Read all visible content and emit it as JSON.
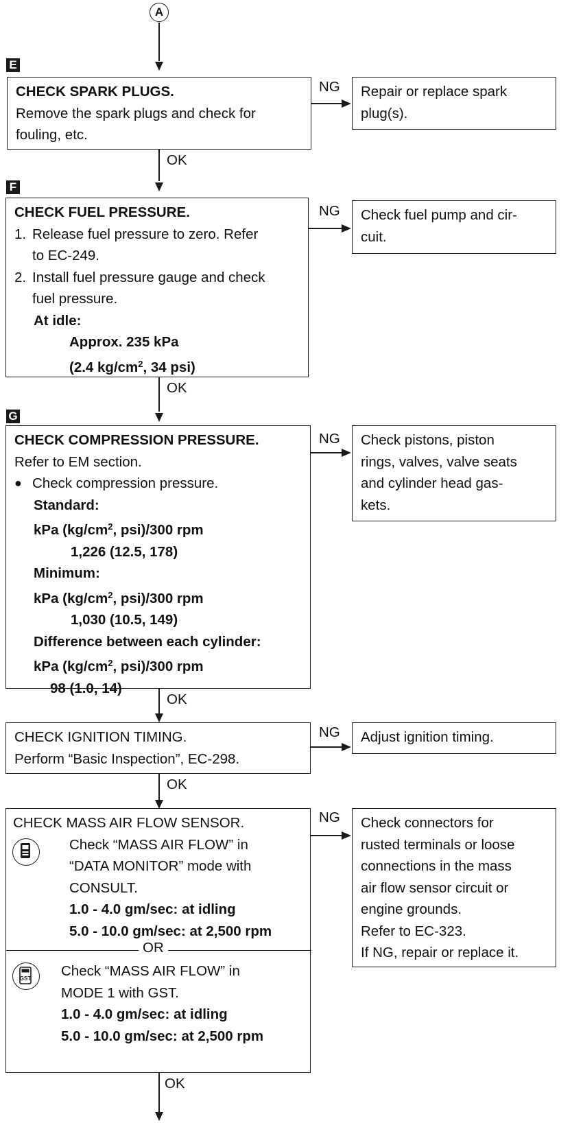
{
  "connector_label": "A",
  "steps": [
    {
      "mark": "E",
      "title": "CHECK SPARK PLUGS.",
      "body": [
        "Remove the spark plugs and check for",
        "fouling, etc."
      ],
      "ng_label": "NG",
      "ng_action": [
        "Repair or replace spark",
        "plug(s)."
      ],
      "ok_label": "OK"
    },
    {
      "mark": "F",
      "title": "CHECK FUEL PRESSURE.",
      "items": [
        {
          "num": "1.",
          "lines": [
            "Release fuel pressure to zero. Refer",
            "to EC-249."
          ]
        },
        {
          "num": "2.",
          "lines": [
            "Install fuel pressure gauge and check",
            "fuel pressure."
          ]
        }
      ],
      "spec_heading": "At idle:",
      "spec_line1": "Approx. 235 kPa",
      "spec_line2_pre": "(2.4 kg/cm",
      "spec_line2_sup": "2",
      "spec_line2_post": ", 34 psi)",
      "ng_label": "NG",
      "ng_action": [
        "Check fuel pump and cir-",
        "cuit."
      ],
      "ok_label": "OK"
    },
    {
      "mark": "G",
      "title": "CHECK COMPRESSION PRESSURE.",
      "intro": "Refer to EM section.",
      "bullet": "Check compression pressure.",
      "standard_label": "Standard:",
      "unit_pre": "kPa (kg/cm",
      "unit_sup": "2",
      "unit_post": ", psi)/300 rpm",
      "standard_value": "1,226 (12.5, 178)",
      "minimum_label": "Minimum:",
      "minimum_value": "1,030 (10.5, 149)",
      "difference_label": "Difference between each cylinder:",
      "difference_value": "98 (1.0, 14)",
      "ng_label": "NG",
      "ng_action": [
        "Check pistons, piston",
        "rings, valves, valve seats",
        "and cylinder head gas-",
        "kets."
      ],
      "ok_label": "OK"
    },
    {
      "title": "CHECK IGNITION TIMING.",
      "body": "Perform “Basic Inspection”, EC-298.",
      "ng_label": "NG",
      "ng_action": "Adjust ignition timing.",
      "ok_label": "OK"
    },
    {
      "title": "CHECK MASS AIR FLOW SENSOR.",
      "consult_lines": [
        "Check “MASS AIR FLOW” in",
        "“DATA MONITOR” mode with",
        "CONSULT."
      ],
      "spec1": "1.0 - 4.0 gm/sec: at idling",
      "spec2": "5.0 - 10.0 gm/sec: at 2,500 rpm",
      "or_label": "OR",
      "gst_icon_text": "GST",
      "gst_lines": [
        "Check “MASS AIR FLOW” in",
        "MODE 1 with GST."
      ],
      "gst_spec1": "1.0 - 4.0 gm/sec: at idling",
      "gst_spec2": "5.0 - 10.0 gm/sec: at 2,500 rpm",
      "ng_label": "NG",
      "ng_action": [
        "Check connectors for",
        "rusted terminals or loose",
        "connections in the mass",
        "air flow sensor circuit or",
        "engine grounds.",
        "Refer to EC-323.",
        "If NG, repair or replace it."
      ],
      "ok_label": "OK"
    }
  ]
}
